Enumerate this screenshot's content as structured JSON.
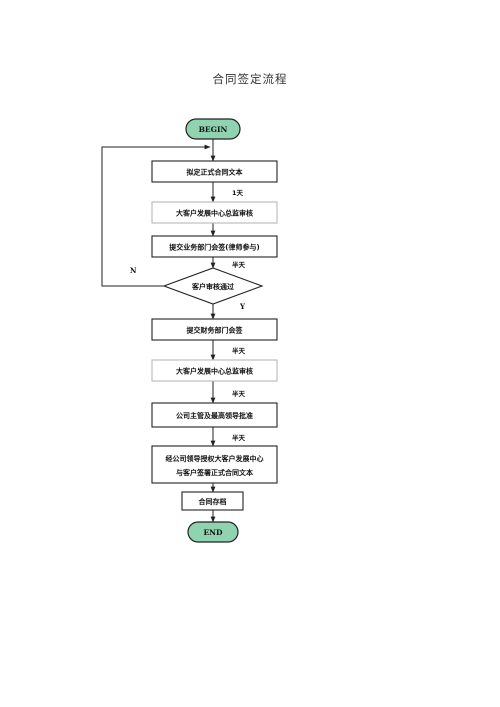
{
  "page": {
    "title": "合同签定流程"
  },
  "flow": {
    "begin": "BEGIN",
    "end": "END",
    "step_draft": "拟定正式合同文本",
    "time_1": "1天",
    "step_review1": "大客户发展中心总监审核",
    "step_dept": "提交业务部门会签(律师参与)",
    "time_2": "半天",
    "decision": "客户审核通过",
    "no_label": "N",
    "yes_label": "Y",
    "step_finance": "提交财务部门会签",
    "time_3": "半天",
    "step_review2": "大客户发展中心总监审核",
    "time_4": "半天",
    "step_approve": "公司主管及最高领导批准",
    "time_5": "半天",
    "step_sign_line1": "经公司领导授权大客户发展中心",
    "step_sign_line2": "与客户签署正式合同文本",
    "step_archive": "合同存档"
  }
}
